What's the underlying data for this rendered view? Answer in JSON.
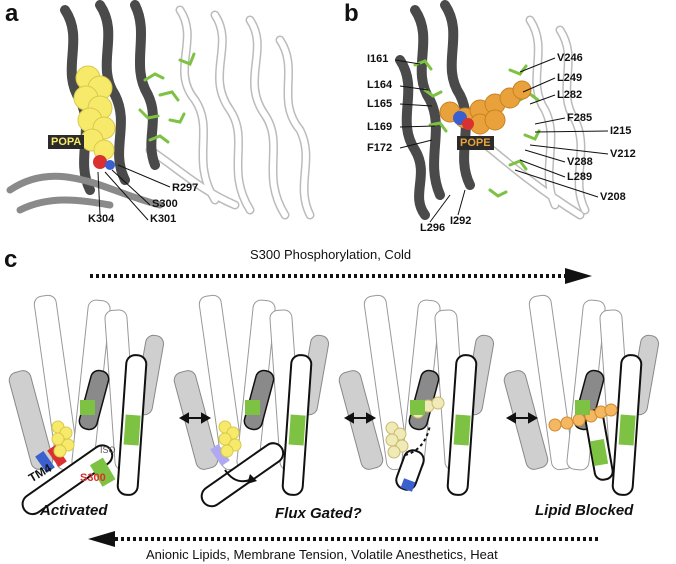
{
  "panels": {
    "a": {
      "letter": "a",
      "lipid_tag": "POPA",
      "residues": [
        "R297",
        "S300",
        "K301",
        "K304"
      ]
    },
    "b": {
      "letter": "b",
      "lipid_tag": "POPE",
      "residues_left": [
        "I161",
        "L164",
        "L165",
        "L169",
        "F172"
      ],
      "residues_right": [
        "V246",
        "L249",
        "L282",
        "F285",
        "I215",
        "V212",
        "V288",
        "L289",
        "V208"
      ],
      "residues_bottom": [
        "L296",
        "I292"
      ]
    },
    "c": {
      "letter": "c",
      "top_arrow_text": "S300 Phosphorylation, Cold",
      "bottom_arrow_text": "Anionic Lipids, Membrane Tension, Volatile Anesthetics, Heat",
      "tm4_label": "TM4",
      "s300_label": "S300",
      "iso_label": "ISO",
      "states": [
        "Activated",
        "Flux Gated?",
        "Lipid Blocked"
      ]
    }
  },
  "colors": {
    "dark_helix": "#555555",
    "light_helix": "#ffffff",
    "green": "#7dc242",
    "yellow_lipid": "#f7ea6b",
    "orange_lipid": "#e9a23b",
    "tag_bg": "#2b2b2b"
  }
}
